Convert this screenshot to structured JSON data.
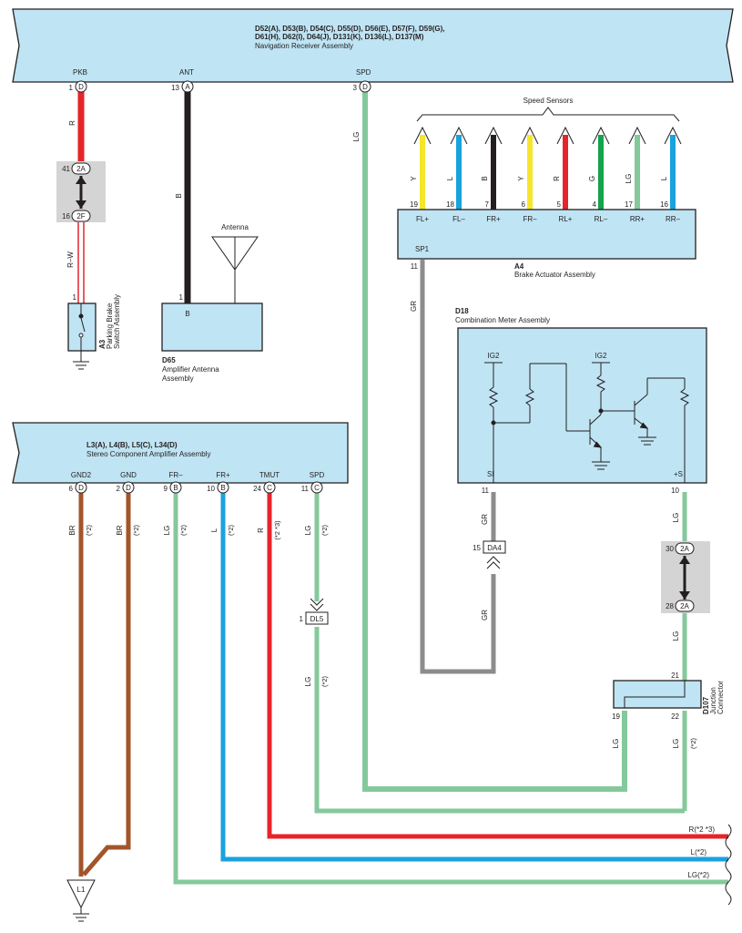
{
  "colors": {
    "red": "#e6242a",
    "black": "#231f20",
    "light_green": "#84c99b",
    "green": "#14a24a",
    "gray": "#8c8c8e",
    "brown": "#a2552b",
    "blue": "#1aa2de",
    "yellow": "#f5e62b",
    "component_fill": "#bfe4f4"
  },
  "nav": {
    "id_line1": "D52(A), D53(B), D54(C), D55(D), D56(E), D57(F), D59(G),",
    "id_line2": "D61(H), D62(I), D64(J), D131(K), D136(L), D137(M)",
    "name": "Navigation Receiver Assembly",
    "pins": [
      {
        "label": "PKB",
        "num": "1",
        "conn": "D"
      },
      {
        "label": "ANT",
        "num": "13",
        "conn": "A"
      },
      {
        "label": "SPD",
        "num": "3",
        "conn": "D"
      }
    ]
  },
  "wire_labels": {
    "pkb_upper": "R",
    "pkb_lower": "R–W",
    "ant": "B",
    "spd": "LG",
    "sp1": "GR",
    "si_upper": "GR",
    "si_lower": "GR",
    "s_upper": "LG",
    "s_mid": "LG",
    "j19": "LG",
    "j22": "LG",
    "j22_note": "(*2)"
  },
  "junctions": {
    "j41": {
      "num": "41",
      "conn": "2A"
    },
    "j16": {
      "num": "16",
      "conn": "2F"
    },
    "j30": {
      "num": "30",
      "conn": "2A"
    },
    "j28": {
      "num": "28",
      "conn": "2A"
    }
  },
  "parking_brake": {
    "id": "A3",
    "name1": "Parking Brake",
    "name2": "Switch Assembly",
    "pin": "1"
  },
  "antenna_amp": {
    "id": "D65",
    "name1": "Amplifier Antenna",
    "name2": "Assembly",
    "pin": "1",
    "pin_label": "B",
    "antenna_label": "Antenna"
  },
  "speed_sensors": {
    "title": "Speed Sensors",
    "wires": [
      {
        "color": "Y",
        "num": "19",
        "pin": "FL+"
      },
      {
        "color": "L",
        "num": "18",
        "pin": "FL–"
      },
      {
        "color": "B",
        "num": "7",
        "pin": "FR+"
      },
      {
        "color": "Y",
        "num": "6",
        "pin": "FR–"
      },
      {
        "color": "R",
        "num": "5",
        "pin": "RL+"
      },
      {
        "color": "G",
        "num": "4",
        "pin": "RL–"
      },
      {
        "color": "LG",
        "num": "17",
        "pin": "RR+"
      },
      {
        "color": "L",
        "num": "16",
        "pin": "RR–"
      }
    ]
  },
  "brake_actuator": {
    "id": "A4",
    "name": "Brake Actuator Assembly",
    "sp1_label": "SP1",
    "sp1_num": "11"
  },
  "combo_meter": {
    "id": "D18",
    "name": "Combination Meter Assembly",
    "ig2_left": "IG2",
    "ig2_right": "IG2",
    "si_label": "SI",
    "s_label": "+S",
    "si_num": "11",
    "s_num": "10"
  },
  "da4": {
    "num": "15",
    "label": "DA4"
  },
  "dl5": {
    "num": "1",
    "label": "DL5"
  },
  "junction_connector": {
    "id": "D107",
    "name1": "Junction",
    "name2": "Connector",
    "pin_in": "21",
    "pin_out1": "19",
    "pin_out2": "22"
  },
  "stereo": {
    "id": "L3(A), L4(B), L5(C), L34(D)",
    "name": "Stereo Component Amplifier Assembly",
    "pins": [
      {
        "label": "GND2",
        "num": "6",
        "conn": "D",
        "wire": "BR",
        "note": "(*2)"
      },
      {
        "label": "GND",
        "num": "2",
        "conn": "D",
        "wire": "BR",
        "note": "(*2)"
      },
      {
        "label": "FR–",
        "num": "9",
        "conn": "B",
        "wire": "LG",
        "note": "(*2)"
      },
      {
        "label": "FR+",
        "num": "10",
        "conn": "B",
        "wire": "L",
        "note": "(*2)"
      },
      {
        "label": "TMUT",
        "num": "24",
        "conn": "C",
        "wire": "R",
        "note": "(*2 *3)"
      },
      {
        "label": "SPD",
        "num": "11",
        "conn": "C",
        "wire": "LG",
        "note": "(*2)"
      }
    ],
    "spd_lower_wire": "LG",
    "spd_lower_note": "(*2)"
  },
  "right_labels": {
    "red": "R(*2 *3)",
    "blue": "L(*2)",
    "lightgreen": "LG(*2)"
  },
  "ground": {
    "label": "L1"
  }
}
